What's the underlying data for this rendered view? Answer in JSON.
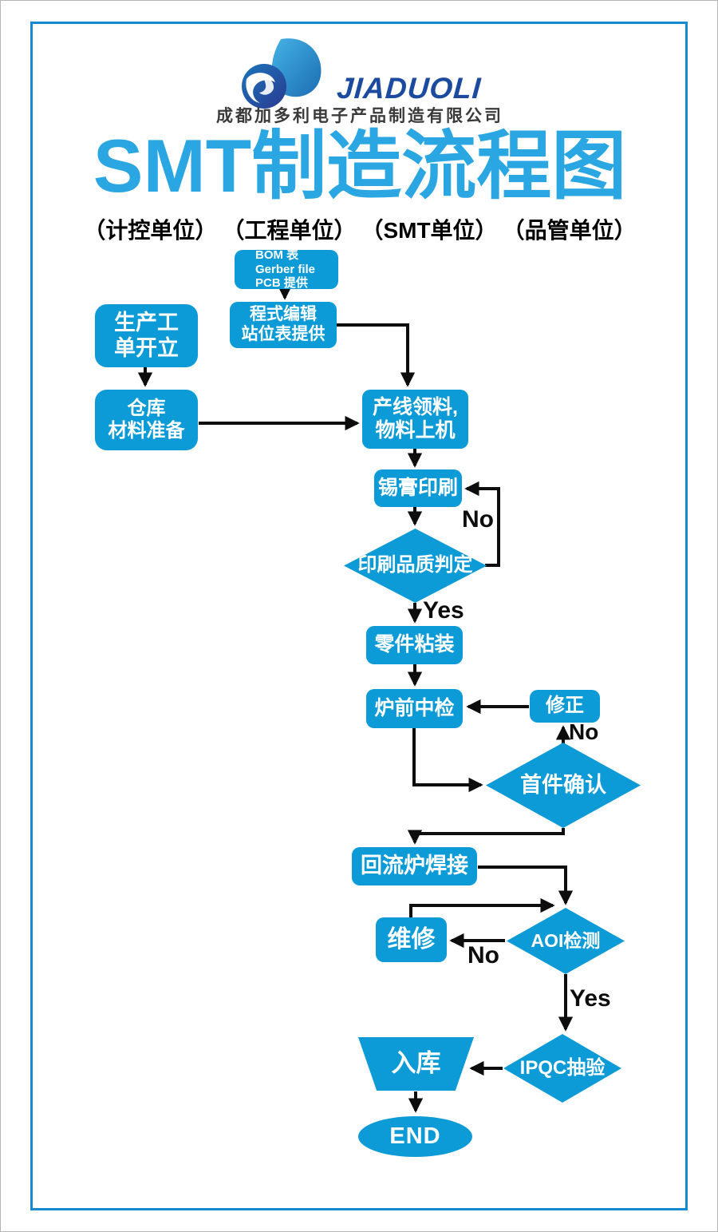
{
  "page": {
    "frame_color": "#1789d2",
    "node_blue": "#0c9bd7",
    "title_blue": "#2aa7e2"
  },
  "header": {
    "logo_text": "JIADUOLI",
    "logo_icon": "jiaduoli-swoosh-sphere",
    "company_name": "成都加多利电子产品制造有限公司",
    "title": "SMT制造流程图",
    "unit_labels": [
      "（计控单位）",
      "（工程单位）",
      "（SMT单位）",
      "（品管单位）"
    ]
  },
  "flowchart": {
    "nodes": {
      "bom": {
        "lines": [
          "BOM 表",
          "Gerber file",
          "PCB 提供"
        ]
      },
      "program": {
        "lines": [
          "程式编辑",
          "站位表提供"
        ]
      },
      "work_order": {
        "lines": [
          "生产工",
          "单开立"
        ]
      },
      "warehouse": {
        "lines": [
          "仓库",
          "材料准备"
        ]
      },
      "line_feeding": {
        "lines": [
          "产线领料,",
          "物料上机"
        ]
      },
      "solder_print": {
        "label": "锡膏印刷"
      },
      "print_quality": {
        "label": "印刷品质判定"
      },
      "placement": {
        "label": "零件粘装"
      },
      "pre_oven_check": {
        "label": "炉前中检"
      },
      "correction": {
        "label": "修正"
      },
      "first_article": {
        "label": "首件确认"
      },
      "reflow": {
        "label": "回流炉焊接"
      },
      "repair": {
        "label": "维修"
      },
      "aoi": {
        "label": "AOI检测"
      },
      "ipqc": {
        "label": "IPQC抽验"
      },
      "storage": {
        "label": "入库"
      },
      "end": {
        "label": "END"
      }
    },
    "edge_labels": {
      "print_no": "No",
      "print_yes": "Yes",
      "first_article_no": "No",
      "aoi_no": "No",
      "aoi_yes": "Yes"
    }
  }
}
